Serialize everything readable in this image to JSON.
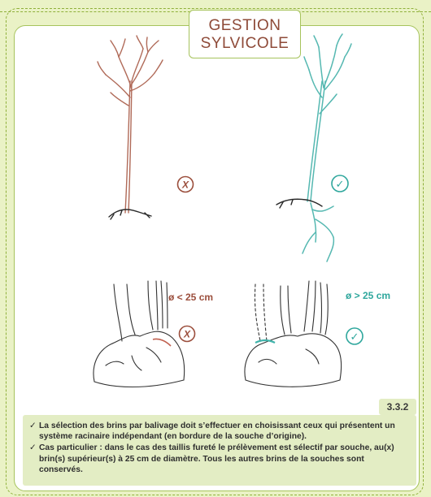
{
  "header": {
    "title_line1": "GESTION",
    "title_line2": "SYLVICOLE"
  },
  "figures": {
    "top_left_mark": "X",
    "top_right_mark": "✓",
    "bottom_left_mark": "X",
    "bottom_right_mark": "✓",
    "diameter_small": "ø < 25 cm",
    "diameter_large": "ø > 25 cm"
  },
  "colors": {
    "accent_brown": "#9b4e3c",
    "accent_teal": "#2fa79d",
    "frame_green": "#a6c35c",
    "background": "#eaf2c6"
  },
  "section_ref": "3.3.2",
  "bullets": [
    {
      "icon": "✓",
      "text": "La sélection des brins par balivage doit s’effectuer en choisissant ceux qui présentent un système racinaire indépendant (en bordure de la souche d’origine)."
    },
    {
      "icon": "✓",
      "text": "Cas particulier : dans le cas des taillis fureté le prélèvement est sélectif par souche, au(x) brin(s) supérieur(s) à 25 cm de diamètre. Tous les autres brins de la souches sont conservés."
    }
  ]
}
